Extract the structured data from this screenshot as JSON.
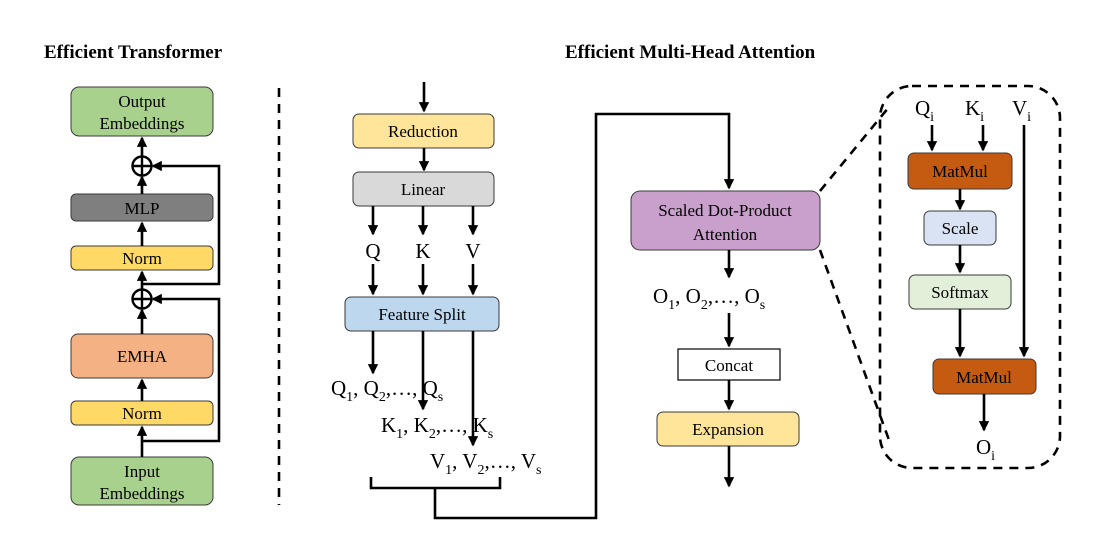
{
  "left_panel": {
    "title": "Efficient Transformer",
    "output_embeddings": [
      "Output",
      "Embeddings"
    ],
    "mlp": "MLP",
    "norm_top": "Norm",
    "emha": "EMHA",
    "norm_bottom": "Norm",
    "input_embeddings": [
      "Input",
      "Embeddings"
    ],
    "add_symbol": "⊕"
  },
  "middle_panel": {
    "title": "Efficient Multi-Head Attention",
    "reduction": "Reduction",
    "linear": "Linear",
    "q": "Q",
    "k": "K",
    "v": "V",
    "feature_split": "Feature Split",
    "q_list": {
      "a": "Q",
      "sa": "1",
      "b": ", Q",
      "sb": "2",
      "c": ",…, Q",
      "sc": "s"
    },
    "k_list": {
      "a": "K",
      "sa": "1",
      "b": ", K",
      "sb": "2",
      "c": ",…, K",
      "sc": "s"
    },
    "v_list": {
      "a": "V",
      "sa": "1",
      "b": ", V",
      "sb": "2",
      "c": ",…, V",
      "sc": "s"
    }
  },
  "right_panel": {
    "sdpa": [
      "Scaled Dot-Product",
      "Attention"
    ],
    "o_list": {
      "a": "O",
      "sa": "1",
      "b": ", O",
      "sb": "2",
      "c": ",…, O",
      "sc": "s"
    },
    "concat": "Concat",
    "expansion": "Expansion"
  },
  "detail_panel": {
    "qi": {
      "base": "Q",
      "sub": "i"
    },
    "ki": {
      "base": "K",
      "sub": "i"
    },
    "vi": {
      "base": "V",
      "sub": "i"
    },
    "matmul_top": "MatMul",
    "scale": "Scale",
    "softmax": "Softmax",
    "matmul_bottom": "MatMul",
    "oi": {
      "base": "O",
      "sub": "i"
    }
  },
  "colors": {
    "green": "#a9d18e",
    "dark_gray": "#7f7f7f",
    "yellow": "#ffd966",
    "orange": "#f4b183",
    "light_yellow": "#fee599",
    "light_gray": "#d9d9d9",
    "blue": "#bdd7ee",
    "purple": "#c9a0cc",
    "brown": "#c55a11",
    "lavender": "#dae3f3",
    "mint": "#e2f0d9",
    "white": "#ffffff"
  }
}
